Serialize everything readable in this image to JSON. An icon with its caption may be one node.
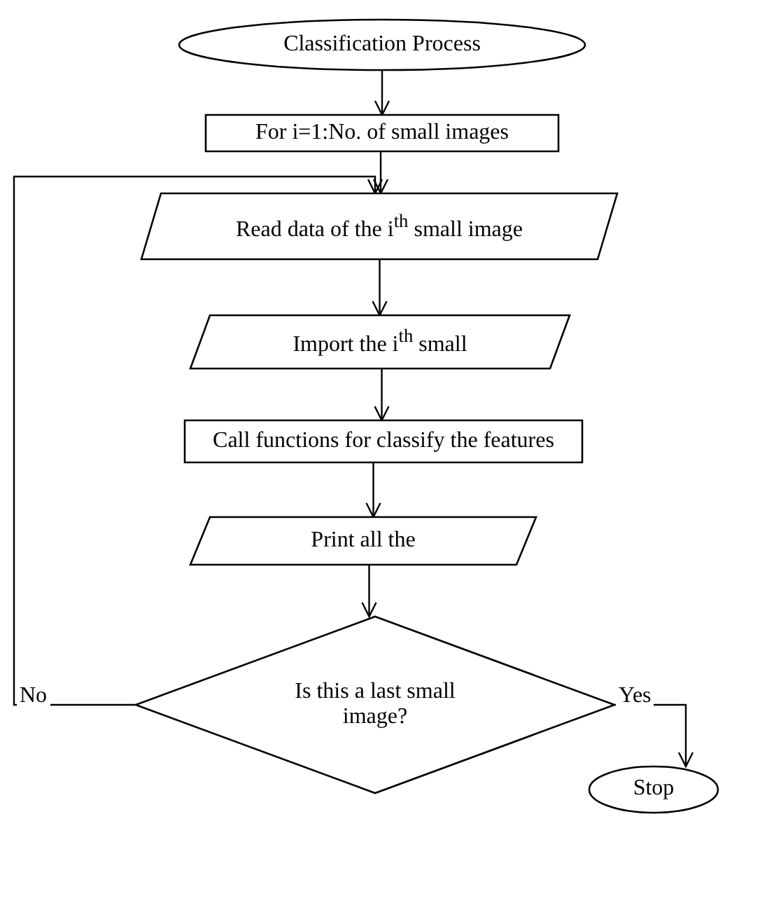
{
  "diagram": {
    "nodes": [
      {
        "text": [
          "Classification Process"
        ]
      },
      {
        "text": [
          "For i=1:No. of small images"
        ]
      },
      {
        "text": [
          "Read data of the i$^{th}$ small image"
        ]
      },
      {
        "text": [
          "Import the i$^{th}$ small"
        ]
      },
      {
        "text": [
          "Call functions for classify the features"
        ]
      },
      {
        "text": [
          "Print all the"
        ]
      },
      {
        "text": [
          "Is this a last small image?"
        ]
      },
      {
        "text": [
          "Stop"
        ]
      }
    ],
    "edges": [
      {
        "from": 0,
        "to": 1,
        "arrow": "to"
      },
      {
        "from": 1,
        "to": 2,
        "arrow": "to"
      },
      {
        "from": 2,
        "to": 3,
        "arrow": "to"
      },
      {
        "from": 3,
        "to": 4,
        "arrow": "to"
      },
      {
        "from": 4,
        "to": 5,
        "arrow": "to"
      },
      {
        "from": 5,
        "to": 6,
        "arrow": "to"
      },
      {
        "from": 6,
        "to": 2,
        "arrow": "to",
        "label": "No"
      },
      {
        "from": 6,
        "to": 7,
        "arrow": "to",
        "label": "Yes"
      }
    ]
  }
}
